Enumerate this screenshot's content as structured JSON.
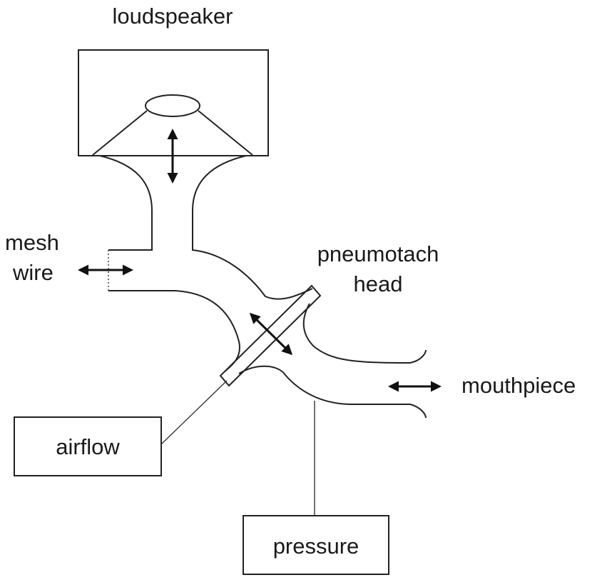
{
  "labels": {
    "loudspeaker": "loudspeaker",
    "mesh_line1": "mesh",
    "mesh_line2": "wire",
    "pneumotach_line1": "pneumotach",
    "pneumotach_line2": "head",
    "mouthpiece": "mouthpiece",
    "airflow": "airflow",
    "pressure": "pressure"
  },
  "colors": {
    "line": "#222222",
    "text": "#1a1a1a",
    "background": "#ffffff"
  }
}
